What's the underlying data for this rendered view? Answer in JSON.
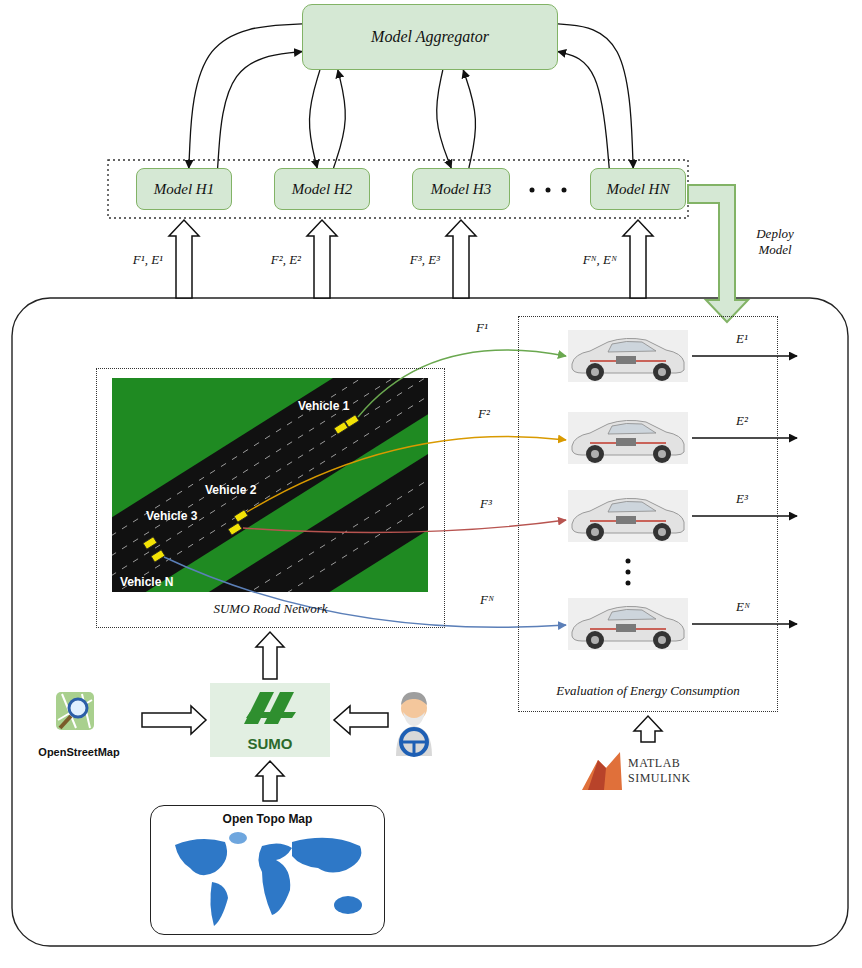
{
  "diagram": {
    "nodes": [
      {
        "text": [
          "Model Aggregator"
        ]
      },
      {
        "text": [
          "Model H1"
        ]
      },
      {
        "text": [
          "Model H2"
        ]
      },
      {
        "text": [
          "Model H3"
        ]
      },
      {
        "text": [
          "Model HN"
        ]
      },
      {
        "text": [
          "SUMO Road Network"
        ]
      },
      {
        "text": [
          "Evaluation of Energy Consumption"
        ]
      },
      {
        "text": [
          "OpenStreetMap"
        ]
      },
      {
        "text": [
          "SUMO"
        ]
      },
      {
        "text": [
          "Open Topo Map"
        ]
      },
      {
        "text": [
          "MATLAB SIMULINK"
        ]
      }
    ],
    "edges": [
      {
        "from": 0,
        "to": 1,
        "arrow": "to"
      },
      {
        "from": 1,
        "to": 0,
        "arrow": "to"
      },
      {
        "from": 0,
        "to": 2,
        "arrow": "to"
      },
      {
        "from": 2,
        "to": 0,
        "arrow": "to"
      },
      {
        "from": 0,
        "to": 3,
        "arrow": "to"
      },
      {
        "from": 3,
        "to": 0,
        "arrow": "to"
      },
      {
        "from": 0,
        "to": 4,
        "arrow": "to"
      },
      {
        "from": 4,
        "to": 0,
        "arrow": "to"
      },
      {
        "from": 7,
        "to": 8,
        "arrow": "to"
      },
      {
        "from": 9,
        "to": 8,
        "arrow": "to"
      },
      {
        "from": 8,
        "to": 5,
        "arrow": "to"
      },
      {
        "from": 10,
        "to": 6,
        "arrow": "to"
      }
    ],
    "labels": [
      "F¹, E¹",
      "F², E²",
      "F³, E³",
      "Fᴺ, Eᴺ",
      "Deploy Model",
      "Vehicle 1",
      "Vehicle 2",
      "Vehicle 3",
      "Vehicle N",
      "F¹",
      "F²",
      "F³",
      "Fᴺ",
      "E¹",
      "E²",
      "E³",
      "Eᴺ"
    ]
  }
}
